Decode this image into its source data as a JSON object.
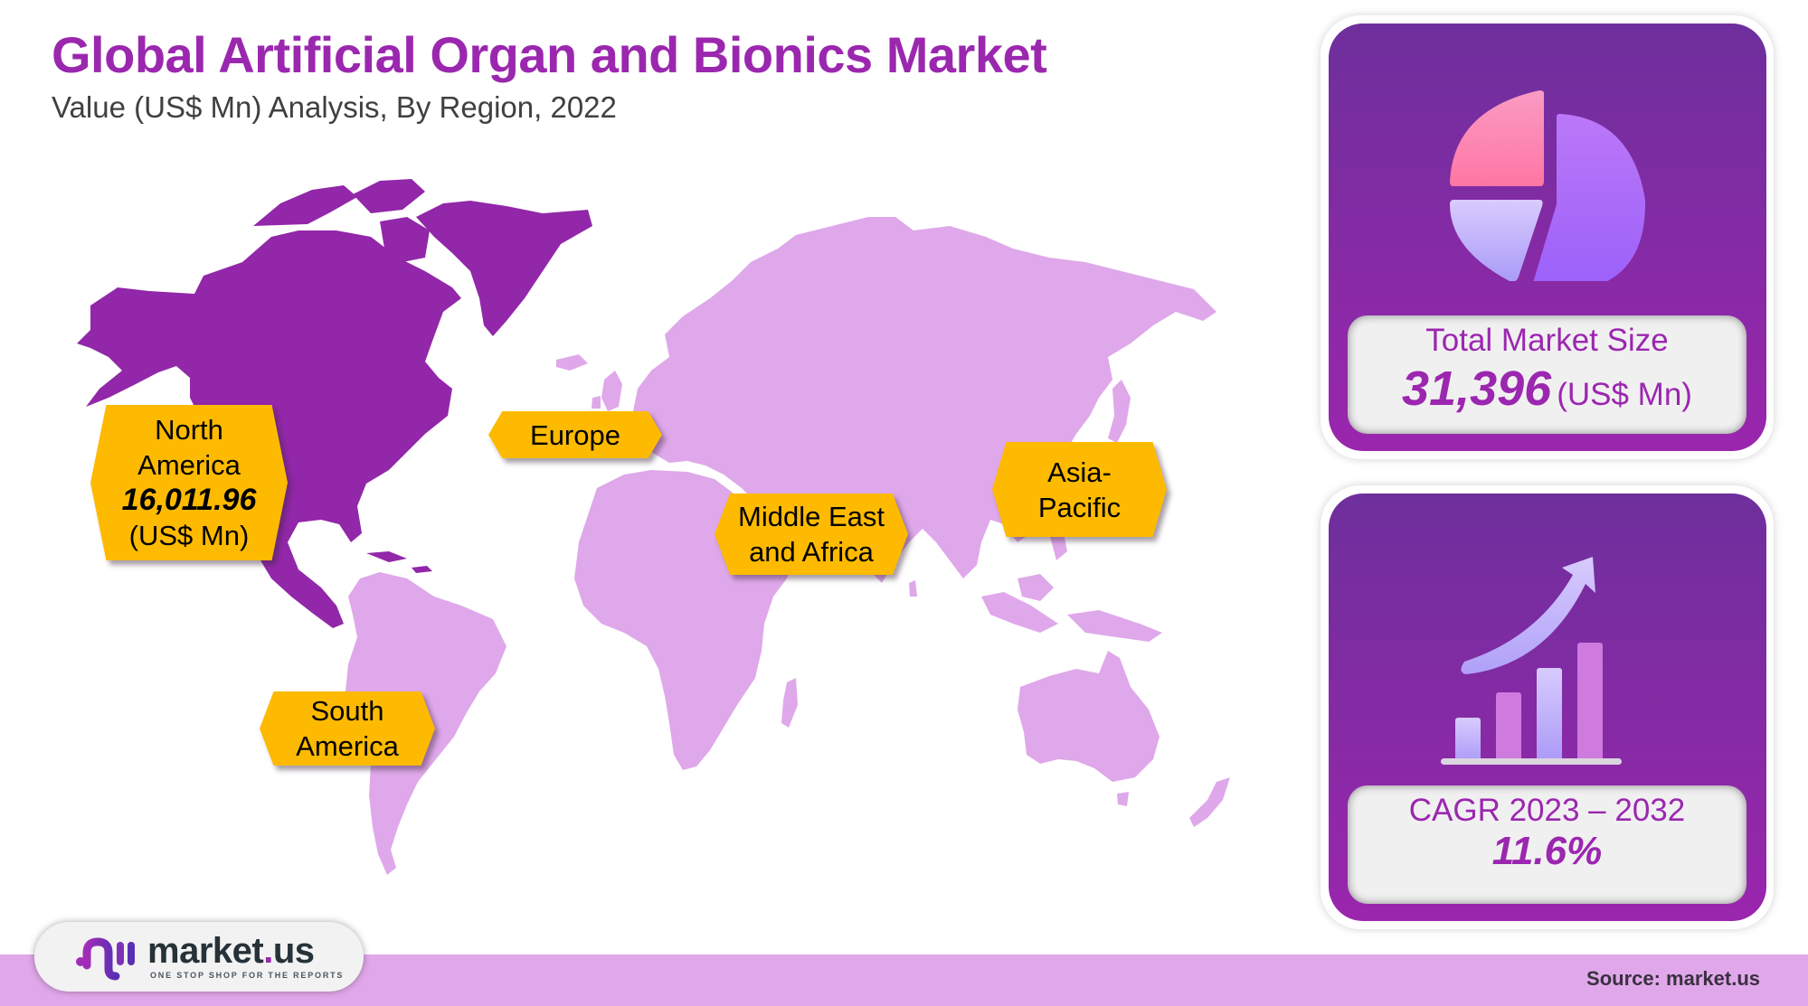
{
  "header": {
    "title": "Global Artificial Organ and Bionics Market",
    "subtitle": "Value (US$ Mn) Analysis, By Region, 2022"
  },
  "colors": {
    "title": "#9B27AF",
    "highlighted_region": "#9227A9",
    "other_regions": "#DFA8EA",
    "label_fill": "#FDBA00",
    "card_gradient_top": "#6E2F9C",
    "card_gradient_bottom": "#9A26AD",
    "bottom_band": "#E0A8EA"
  },
  "map": {
    "highlighted_region": "North America",
    "regions": [
      {
        "name": "North America",
        "line1": "North",
        "line2": "America",
        "value": "16,011.96",
        "unit": "(US$ Mn)",
        "highlighted": true
      },
      {
        "name": "Europe",
        "line1": "Europe",
        "highlighted": false
      },
      {
        "name": "Middle East and Africa",
        "line1": "Middle East",
        "line2": "and Africa",
        "highlighted": false
      },
      {
        "name": "Asia-Pacific",
        "line1": "Asia-",
        "line2": "Pacific",
        "highlighted": false
      },
      {
        "name": "South America",
        "line1": "South",
        "line2": "America",
        "highlighted": false
      }
    ]
  },
  "cards": {
    "market_size": {
      "icon": "pie-chart-icon",
      "label": "Total Market Size",
      "value": "31,396",
      "unit": "(US$ Mn)"
    },
    "cagr": {
      "icon": "growth-bar-chart-icon",
      "label": "CAGR 2023 – 2032",
      "value": "11.6%"
    }
  },
  "footer": {
    "logo_text_main": "market",
    "logo_text_dot": ".",
    "logo_text_tld": "us",
    "logo_tagline": "ONE STOP SHOP FOR THE REPORTS",
    "source": "Source: market.us"
  },
  "chart_data": {
    "type": "map",
    "title": "Global Artificial Organ and Bionics Market",
    "subtitle": "Value (US$ Mn) Analysis, By Region, 2022",
    "categories": [
      "North America",
      "Europe",
      "Middle East and Africa",
      "Asia-Pacific",
      "South America"
    ],
    "values": [
      16011.96,
      null,
      null,
      null,
      null
    ],
    "unit": "US$ Mn",
    "year": 2022,
    "total_market_size": 31396,
    "cagr_period": "2023 – 2032",
    "cagr_percent": 11.6
  }
}
